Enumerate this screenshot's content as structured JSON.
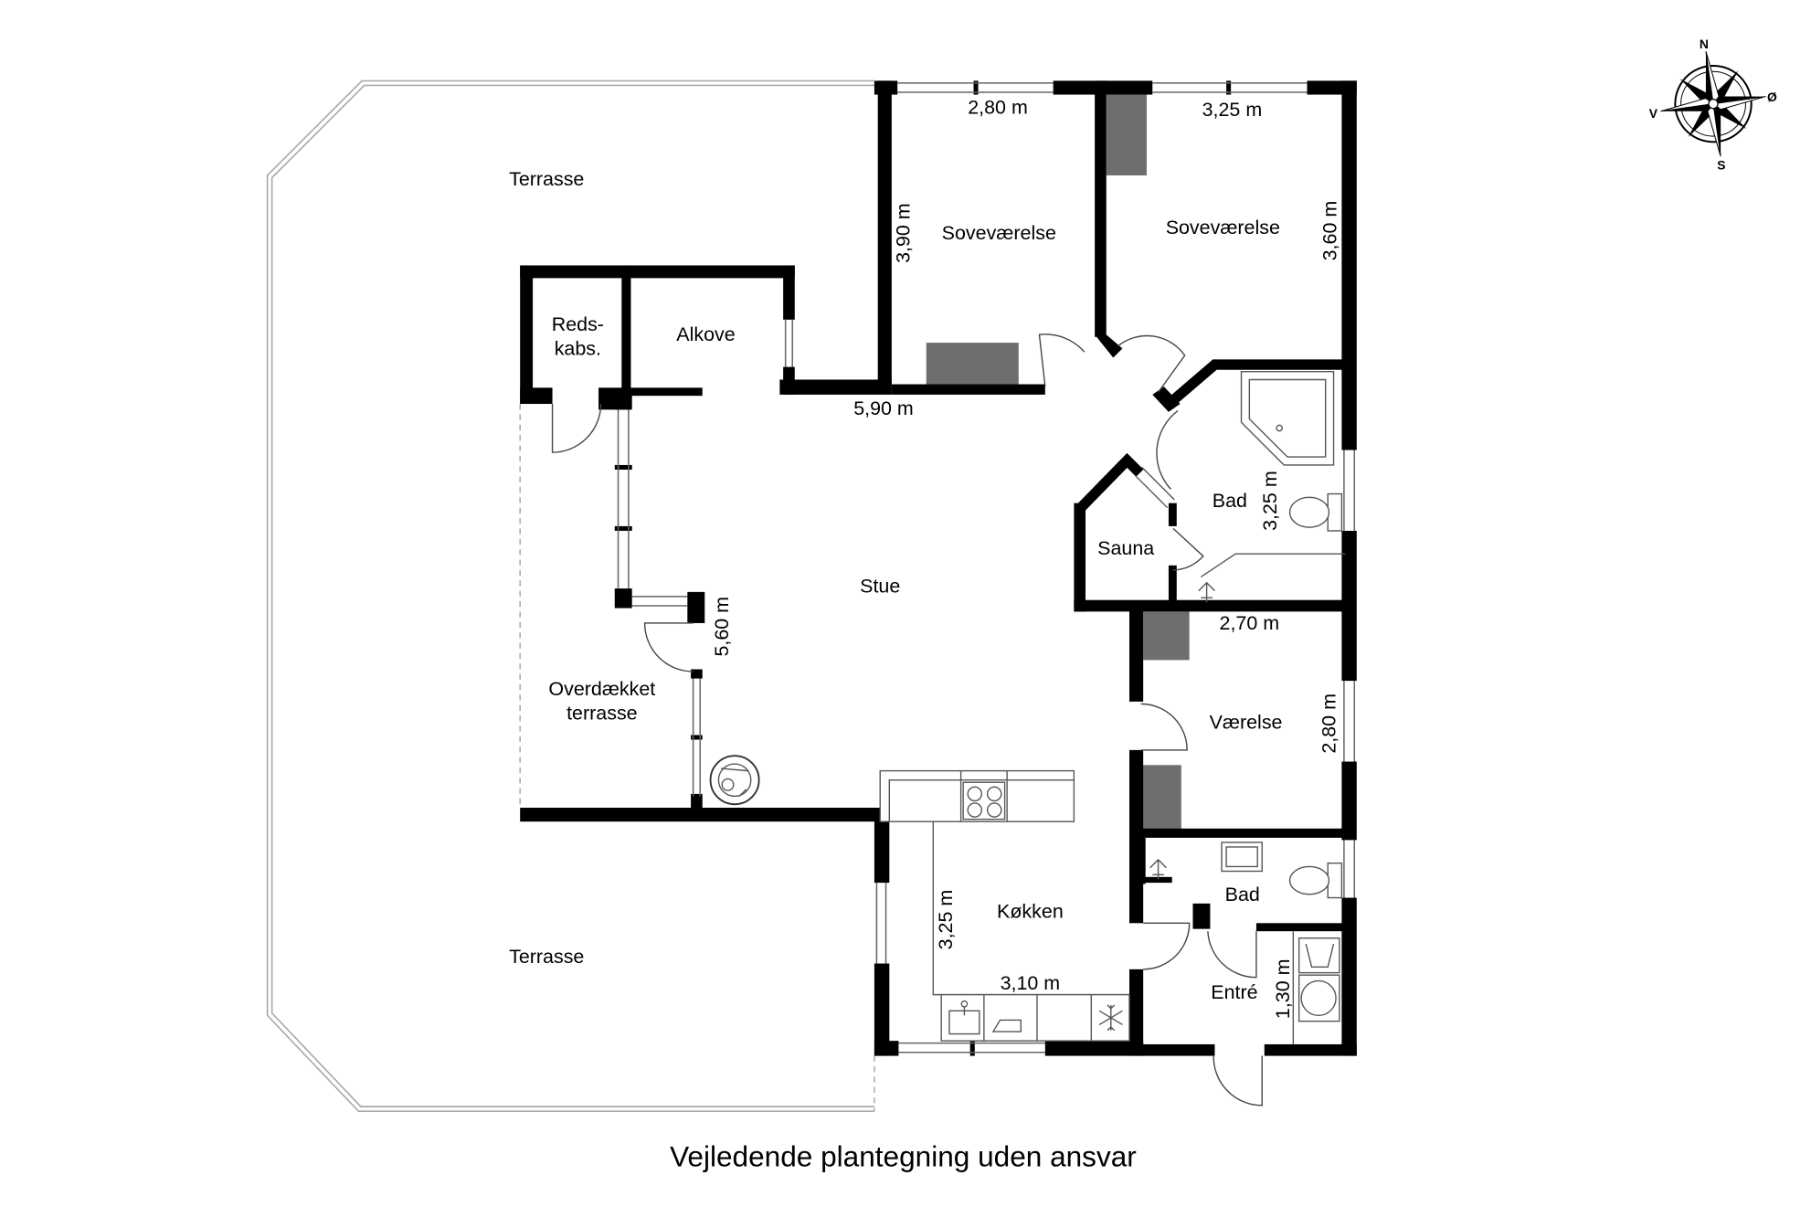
{
  "plan": {
    "rooms": {
      "terrace_top": "Terrasse",
      "bedroom_west": "Soveværelse",
      "bedroom_east": "Soveværelse",
      "storage_line1": "Reds-",
      "storage_line2": "kabs.",
      "alcove": "Alkove",
      "bath_north": "Bad",
      "sauna": "Sauna",
      "living_room": "Stue",
      "covered_terrace_line1": "Overdækket",
      "covered_terrace_line2": "terrasse",
      "room": "Værelse",
      "bath_south": "Bad",
      "kitchen": "Køkken",
      "terrace_bottom": "Terrasse",
      "entrance": "Entré"
    },
    "dimensions": {
      "bedroom_west_width": "2,80 m",
      "bedroom_east_width": "3,25 m",
      "bedroom_west_depth": "3,90 m",
      "bedroom_east_depth": "3,60 m",
      "living_room_width": "5,90 m",
      "bath_north_depth": "3,25 m",
      "room_width": "2,70 m",
      "living_room_depth": "5,60 m",
      "room_depth": "2,80 m",
      "kitchen_depth": "3,25 m",
      "kitchen_width": "3,10 m",
      "entrance_depth": "1,30 m"
    }
  },
  "compass": {
    "north": "N",
    "south": "S",
    "west": "V",
    "east": "Ø"
  },
  "caption": "Vejledende plantegning uden ansvar",
  "colors": {
    "wall": "#000000",
    "closet": "#6e6e6e",
    "fixture_line": "#555555",
    "terrace_line": "#aaaaaa"
  }
}
